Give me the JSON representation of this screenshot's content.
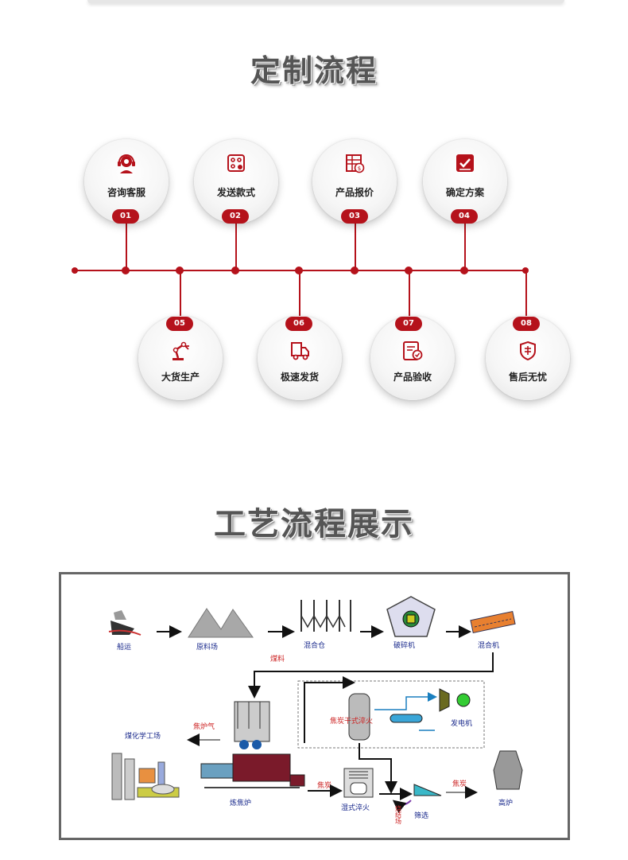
{
  "header": {
    "section1_title": "定制流程",
    "section2_title": "工艺流程展示"
  },
  "steps": [
    {
      "number": "01",
      "label": "咨询客服",
      "icon": "customer-service-icon"
    },
    {
      "number": "02",
      "label": "发送款式",
      "icon": "design-icon"
    },
    {
      "number": "03",
      "label": "产品报价",
      "icon": "quote-icon"
    },
    {
      "number": "04",
      "label": "确定方案",
      "icon": "confirm-icon"
    },
    {
      "number": "05",
      "label": "大货生产",
      "icon": "robot-arm-icon"
    },
    {
      "number": "06",
      "label": "极速发货",
      "icon": "delivery-truck-icon"
    },
    {
      "number": "07",
      "label": "产品验收",
      "icon": "inspection-icon"
    },
    {
      "number": "08",
      "label": "售后无忧",
      "icon": "after-sales-icon"
    }
  ],
  "colors": {
    "accent": "#b5121b",
    "title_text": "#555555",
    "diagram_text": "#1a2a8c",
    "diagram_red": "#cc2222"
  },
  "process": {
    "ship": "船运",
    "stockyard": "原料场",
    "mixing_bin": "混合仓",
    "crusher": "破碎机",
    "mixer": "混合机",
    "coal_material": "煤料",
    "coke_oven_gas": "焦炉气",
    "coal_chem_plant": "煤化学工场",
    "coke_oven": "炼焦炉",
    "dry_quench": "焦炭干式淬火",
    "generator": "发电机",
    "coke_1": "焦炭",
    "wet_quench": "湿式淬火",
    "sinter_plant": "烧结场",
    "screening": "筛选",
    "coke_2": "焦炭",
    "blast_furnace": "高炉"
  }
}
